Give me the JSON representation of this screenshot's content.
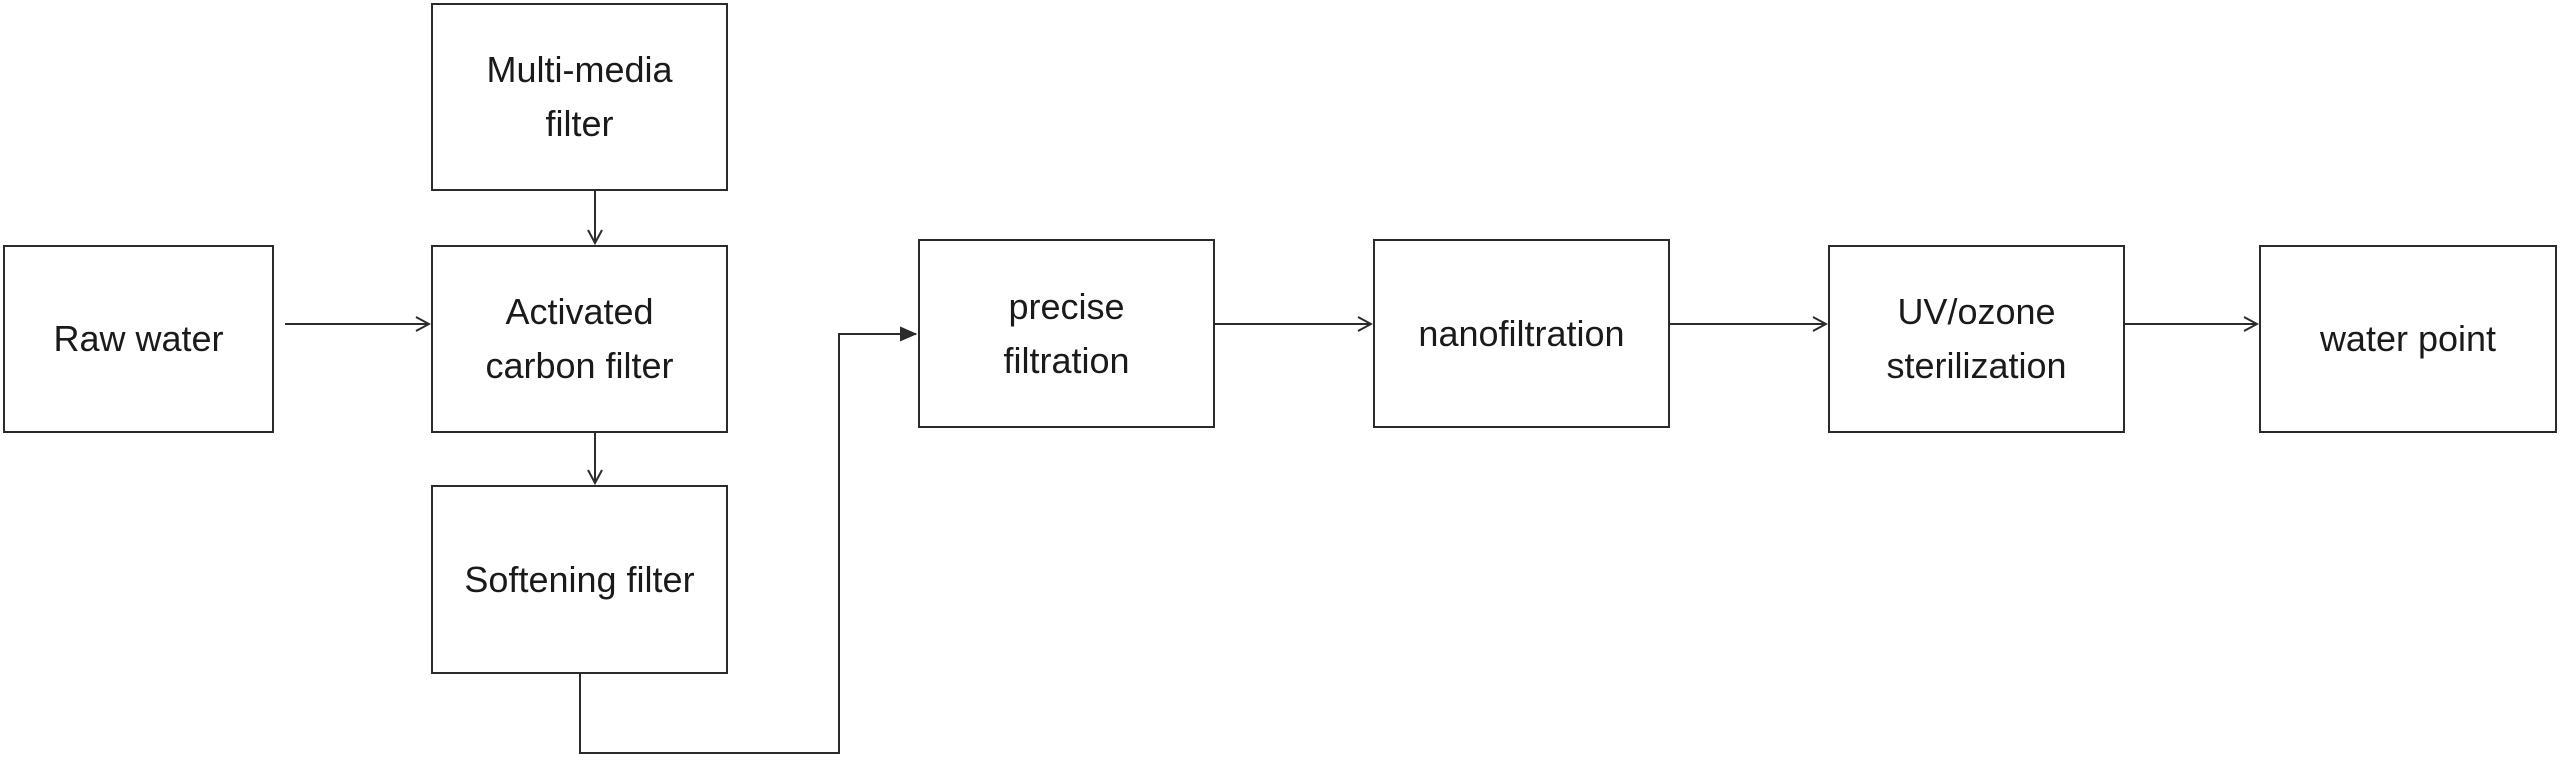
{
  "nodes": {
    "raw_water": "Raw water",
    "multi_media_filter": "Multi-media filter",
    "activated_carbon_filter": "Activated carbon filter",
    "softening_filter": "Softening filter",
    "precise_filtration": "precise filtration",
    "nanofiltration": "nanofiltration",
    "uv_ozone_sterilization": "UV/ozone sterilization",
    "water_point": "water point"
  },
  "colors": {
    "stroke": "#2b2b2b",
    "text": "#1a1a1a",
    "background": "#ffffff"
  }
}
